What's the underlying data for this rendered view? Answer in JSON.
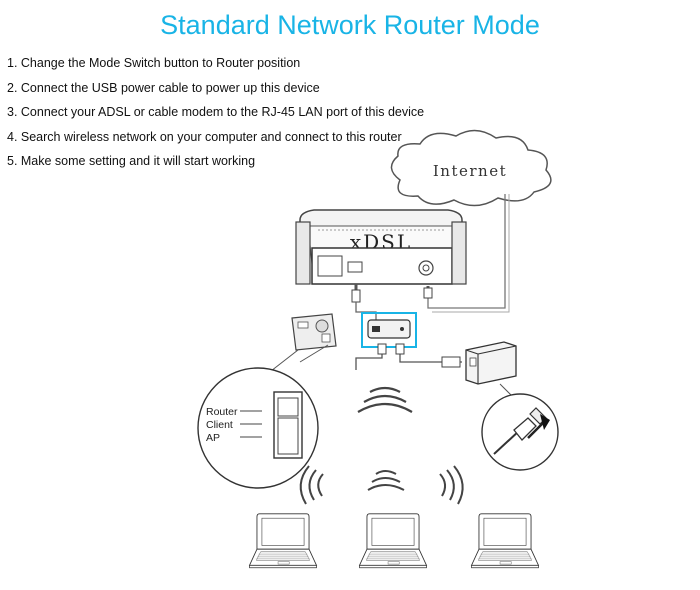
{
  "title": "Standard Network Router Mode",
  "steps": [
    "1. Change the Mode Switch button to Router position",
    "2. Connect the USB power cable to power up this device",
    "3. Connect your ADSL or cable modem to the RJ-45 LAN port of this device",
    "4. Search wireless network on your computer and connect to this router",
    "5. Make some setting and it will start working"
  ],
  "diagram": {
    "cloud_label": "Internet",
    "modem_label": "xDSL",
    "switch_positions": [
      "Router",
      "Client",
      "AP"
    ],
    "accent_color": "#19b4e6",
    "laptop_count": 3
  }
}
